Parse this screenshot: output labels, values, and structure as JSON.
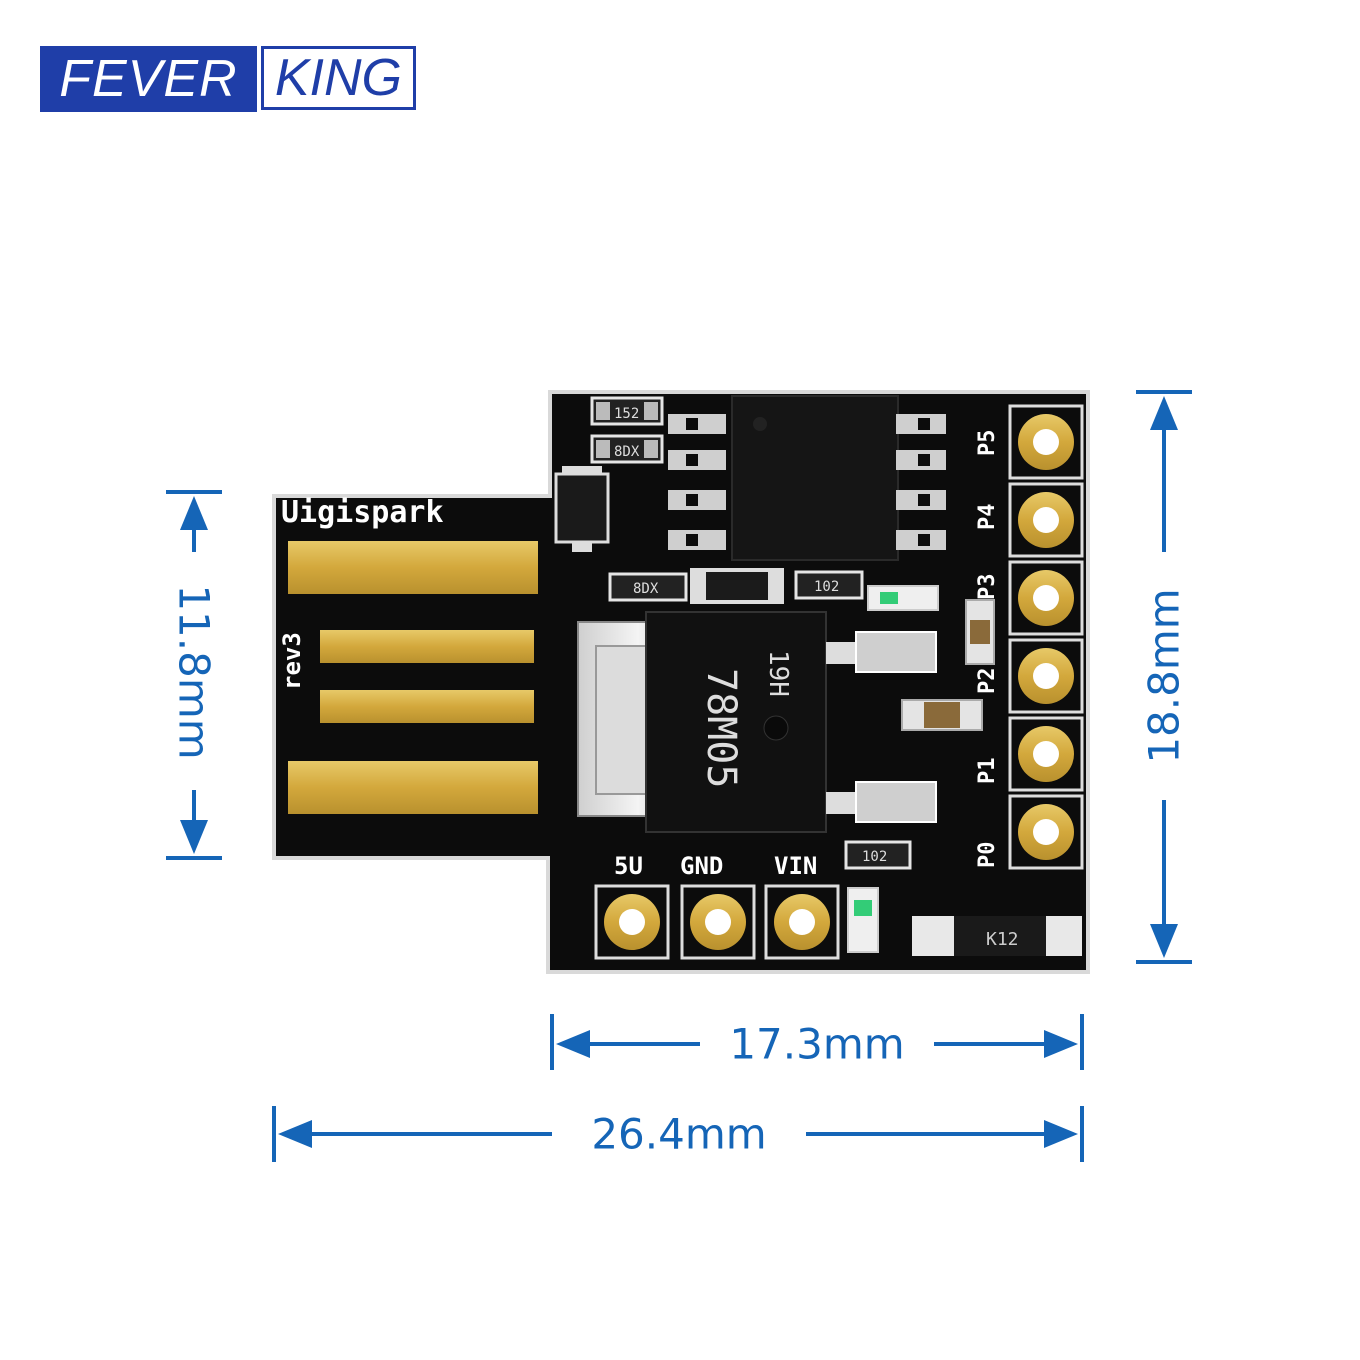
{
  "logo": {
    "left": "FEVER",
    "right": "KING"
  },
  "board": {
    "name": "Uigispark",
    "revision": "rev3",
    "regulator": "78M05",
    "regulator_code": "19H",
    "bottom_pins": [
      "5U",
      "GND",
      "VIN"
    ],
    "side_pins": [
      "P5",
      "P4",
      "P3",
      "P2",
      "P1",
      "P0"
    ],
    "smd_labels": [
      "152",
      "8DX",
      "8DX",
      "102",
      "102",
      "K12"
    ]
  },
  "dimensions": {
    "usb_height": "11.8mm",
    "board_height": "18.8mm",
    "board_width": "17.3mm",
    "total_width": "26.4mm"
  },
  "colors": {
    "brand": "#1f3ea8",
    "dimension": "#1565b7",
    "pcb": "#0b0b0b",
    "gold": "#d9b24a"
  }
}
